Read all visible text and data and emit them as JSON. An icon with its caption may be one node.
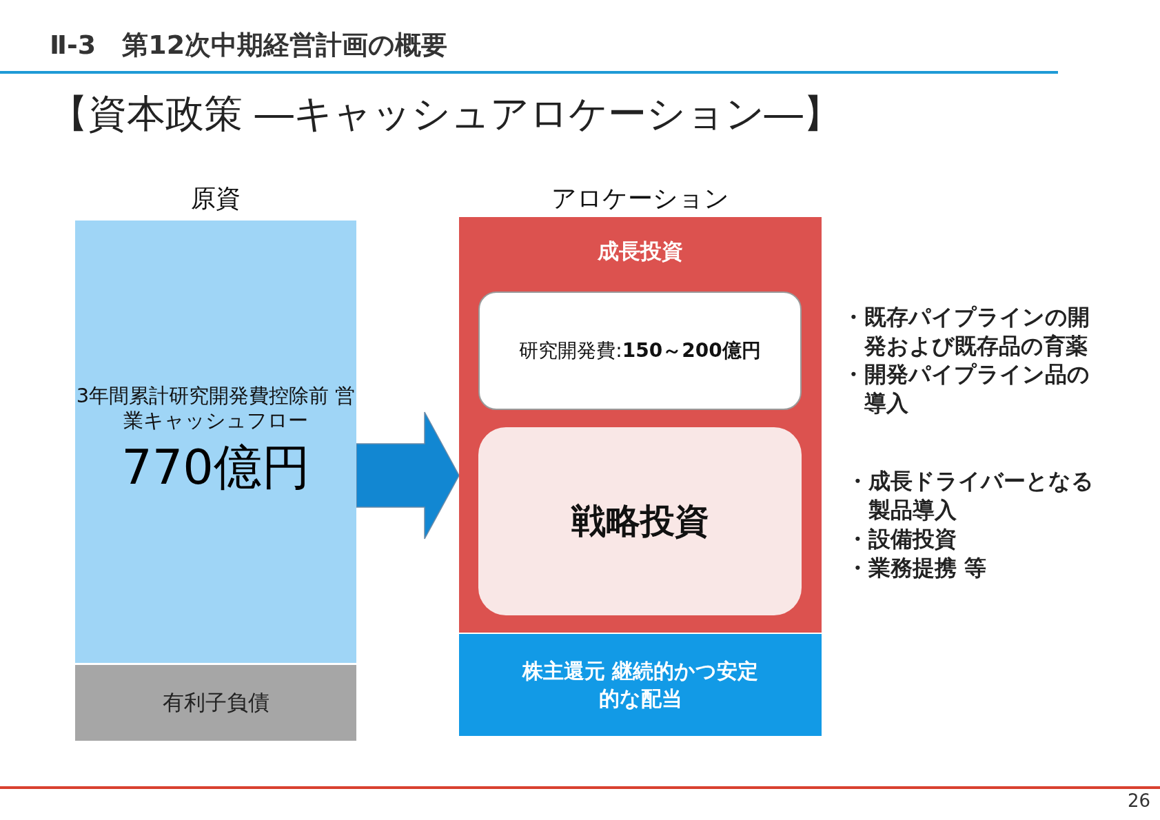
{
  "diagram": {
    "title": "Ⅱ-3　第12次中期経営計画の概要",
    "nodes": [
      {
        "text": [
          "原資"
        ]
      },
      {
        "text": [
          "3年間累計研究開発費控除前 営業キャッシュフロー",
          "770億円"
        ],
        "in": 0
      },
      {
        "text": [
          "有利子負債"
        ],
        "in": 0
      },
      {
        "text": [
          "アロケーション"
        ]
      },
      {
        "text": [
          "成長投資"
        ],
        "in": 3
      },
      {
        "text": [
          "研究開発費:**150～200億円**"
        ],
        "in": 4
      },
      {
        "text": [
          "戦略投資"
        ],
        "in": 4
      },
      {
        "text": [
          "株主還元 継続的かつ安定的な配当"
        ],
        "in": 3
      }
    ],
    "edges": [
      {
        "from": 0,
        "to": 3,
        "arrow": "to"
      }
    ],
    "labels": [
      "【資本政策 ―キャッシュアロケーション―】",
      "・既存パイプラインの開発および既存品の育薬",
      "・開発パイプライン品の導入",
      "・成長ドライバーとなる製品導入",
      "・設備投資",
      "・業務提携 等",
      "26"
    ]
  }
}
